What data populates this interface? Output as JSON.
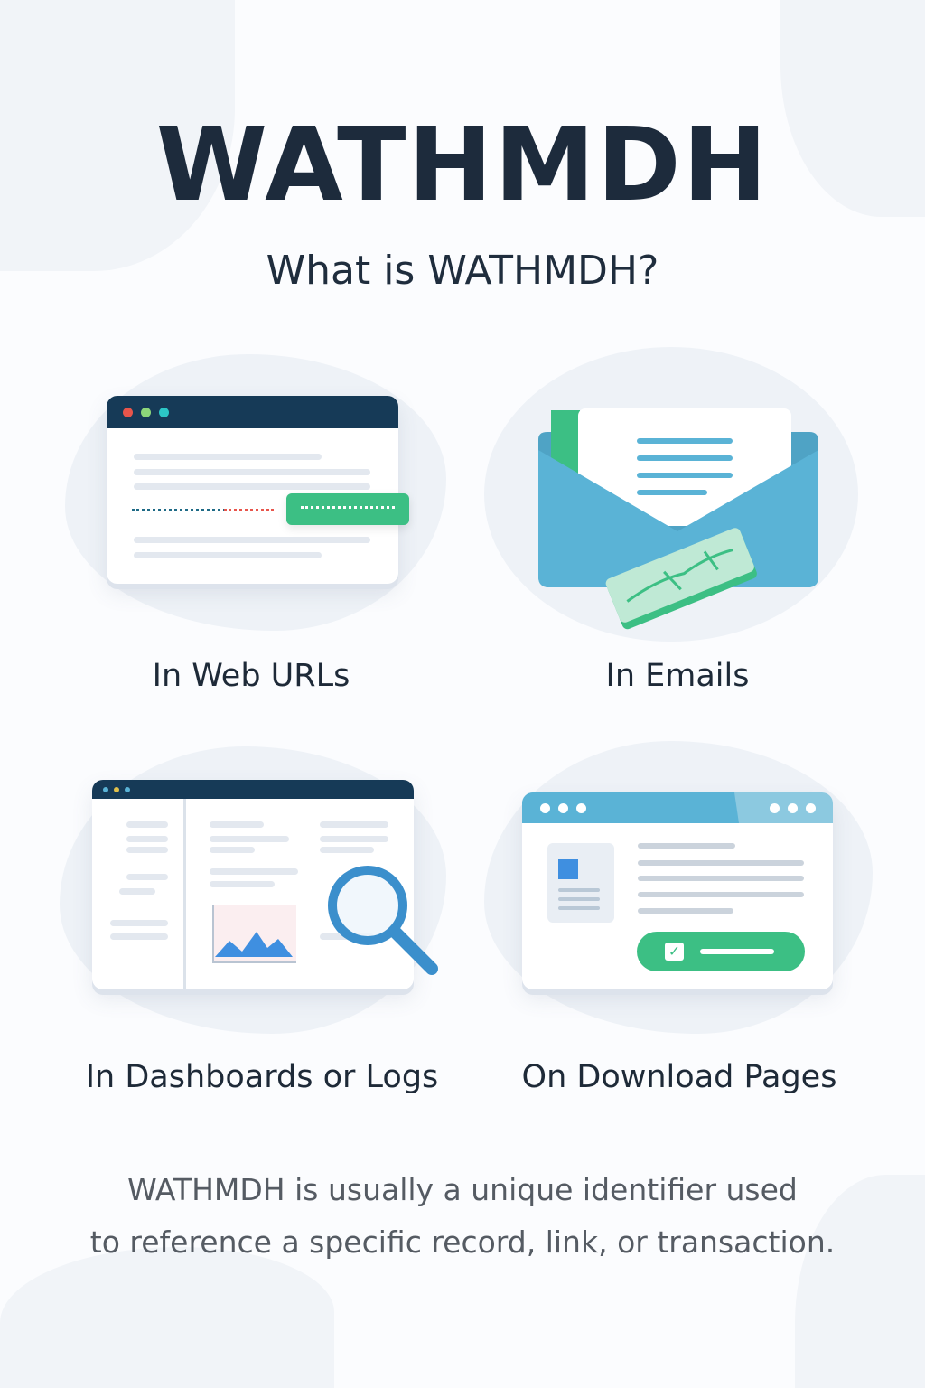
{
  "header": {
    "title": "WATHMDH",
    "subtitle": "What is WATHMDH?"
  },
  "cards": [
    {
      "label": "In Web URLs",
      "icon": "browser-url-icon"
    },
    {
      "label": "In Emails",
      "icon": "envelope-icon"
    },
    {
      "label": "In Dashboards or Logs",
      "icon": "dashboard-search-icon"
    },
    {
      "label": "On Download Pages",
      "icon": "download-page-icon"
    }
  ],
  "description": {
    "line1": "WATHMDH is usually a unique identifier used",
    "line2": "to reference a specific record, link, or transaction."
  },
  "colors": {
    "navy": "#163a57",
    "green": "#3cbf84",
    "blue": "#5ab3d6",
    "text": "#1d2b3c"
  }
}
